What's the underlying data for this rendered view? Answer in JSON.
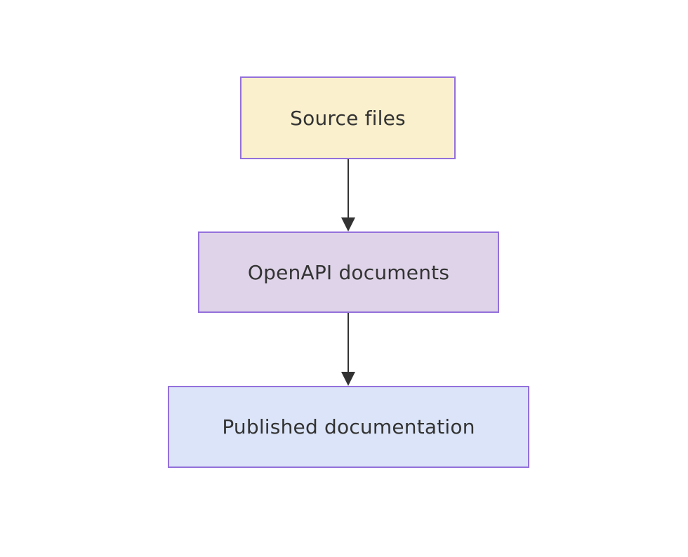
{
  "diagram": {
    "type": "flowchart",
    "direction": "top-down",
    "background": "#ffffff",
    "text_color": "#333333",
    "arrow_color": "#333333",
    "nodes": [
      {
        "label": "Source files",
        "fill": "#faf0cd",
        "border": "#9370db"
      },
      {
        "label": "OpenAPI documents",
        "fill": "#ded3e8",
        "border": "#9370db"
      },
      {
        "label": "Published documentation",
        "fill": "#dbe4f8",
        "border": "#9370db"
      }
    ],
    "edges": [
      {
        "from": "Source files",
        "to": "OpenAPI documents"
      },
      {
        "from": "OpenAPI documents",
        "to": "Published documentation"
      }
    ]
  }
}
